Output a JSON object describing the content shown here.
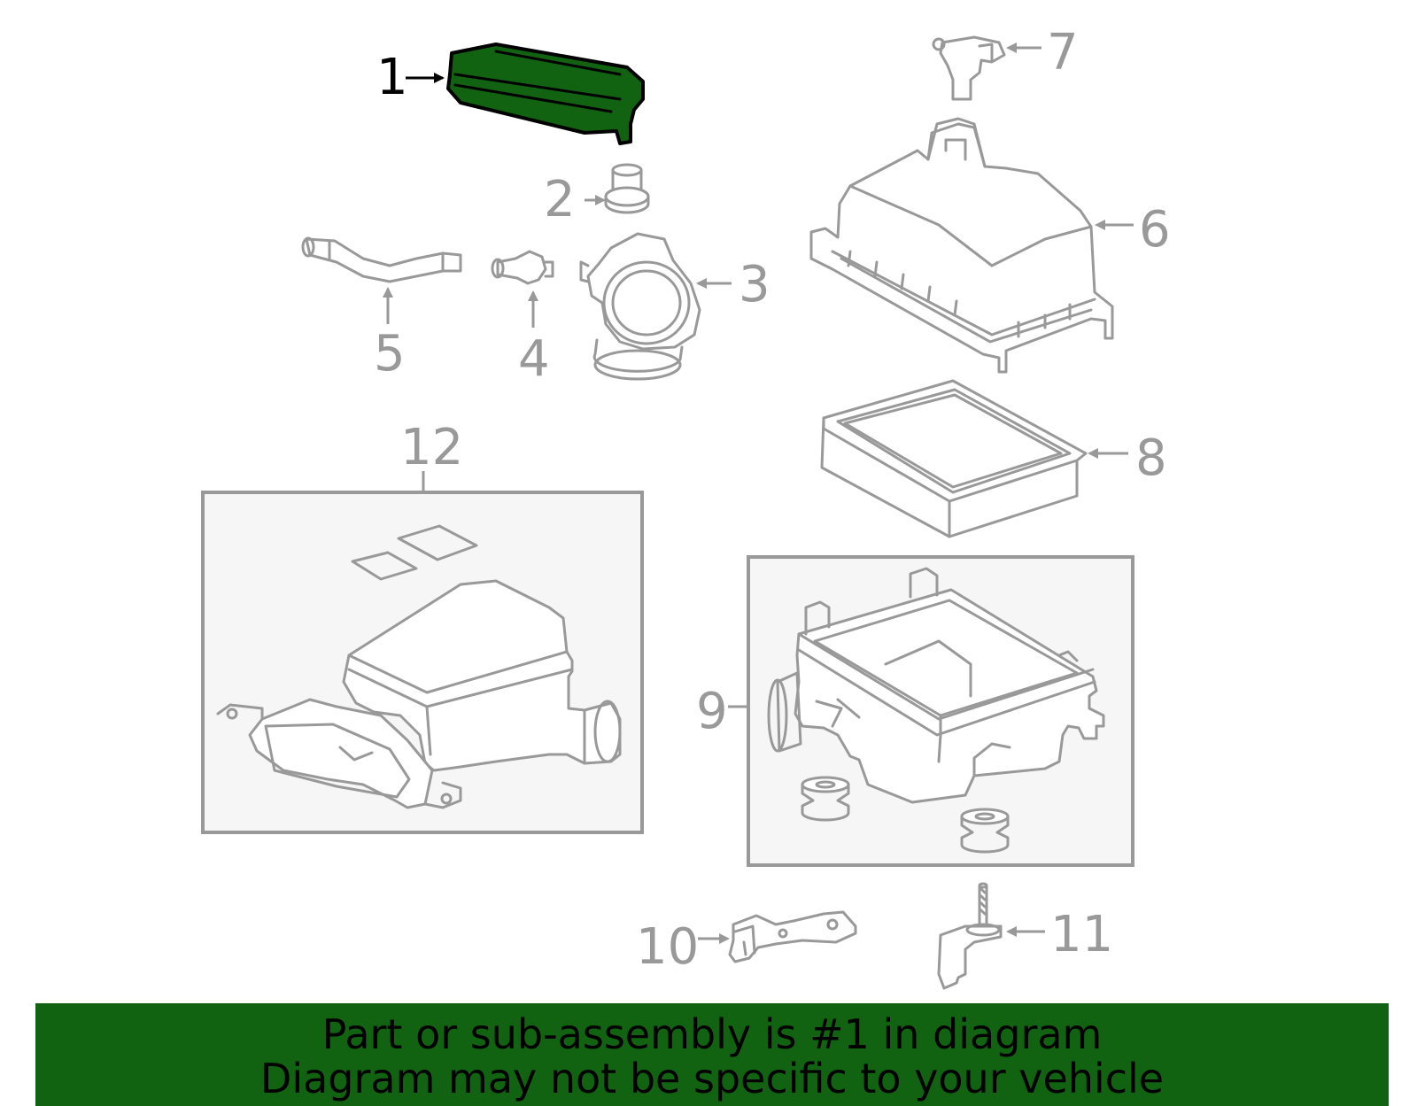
{
  "callouts": {
    "c1": "1",
    "c2": "2",
    "c3": "3",
    "c4": "4",
    "c5": "5",
    "c6": "6",
    "c7": "7",
    "c8": "8",
    "c9": "9",
    "c10": "10",
    "c11": "11",
    "c12": "12"
  },
  "highlight_part": "1",
  "banner": {
    "line1": "Part or sub-assembly is #1 in diagram",
    "line2": "Diagram may not be specific to your vehicle"
  },
  "colors": {
    "highlight": "#116311",
    "parts": "#999999",
    "box_fill": "#f6f6f6",
    "banner": "#116311"
  }
}
